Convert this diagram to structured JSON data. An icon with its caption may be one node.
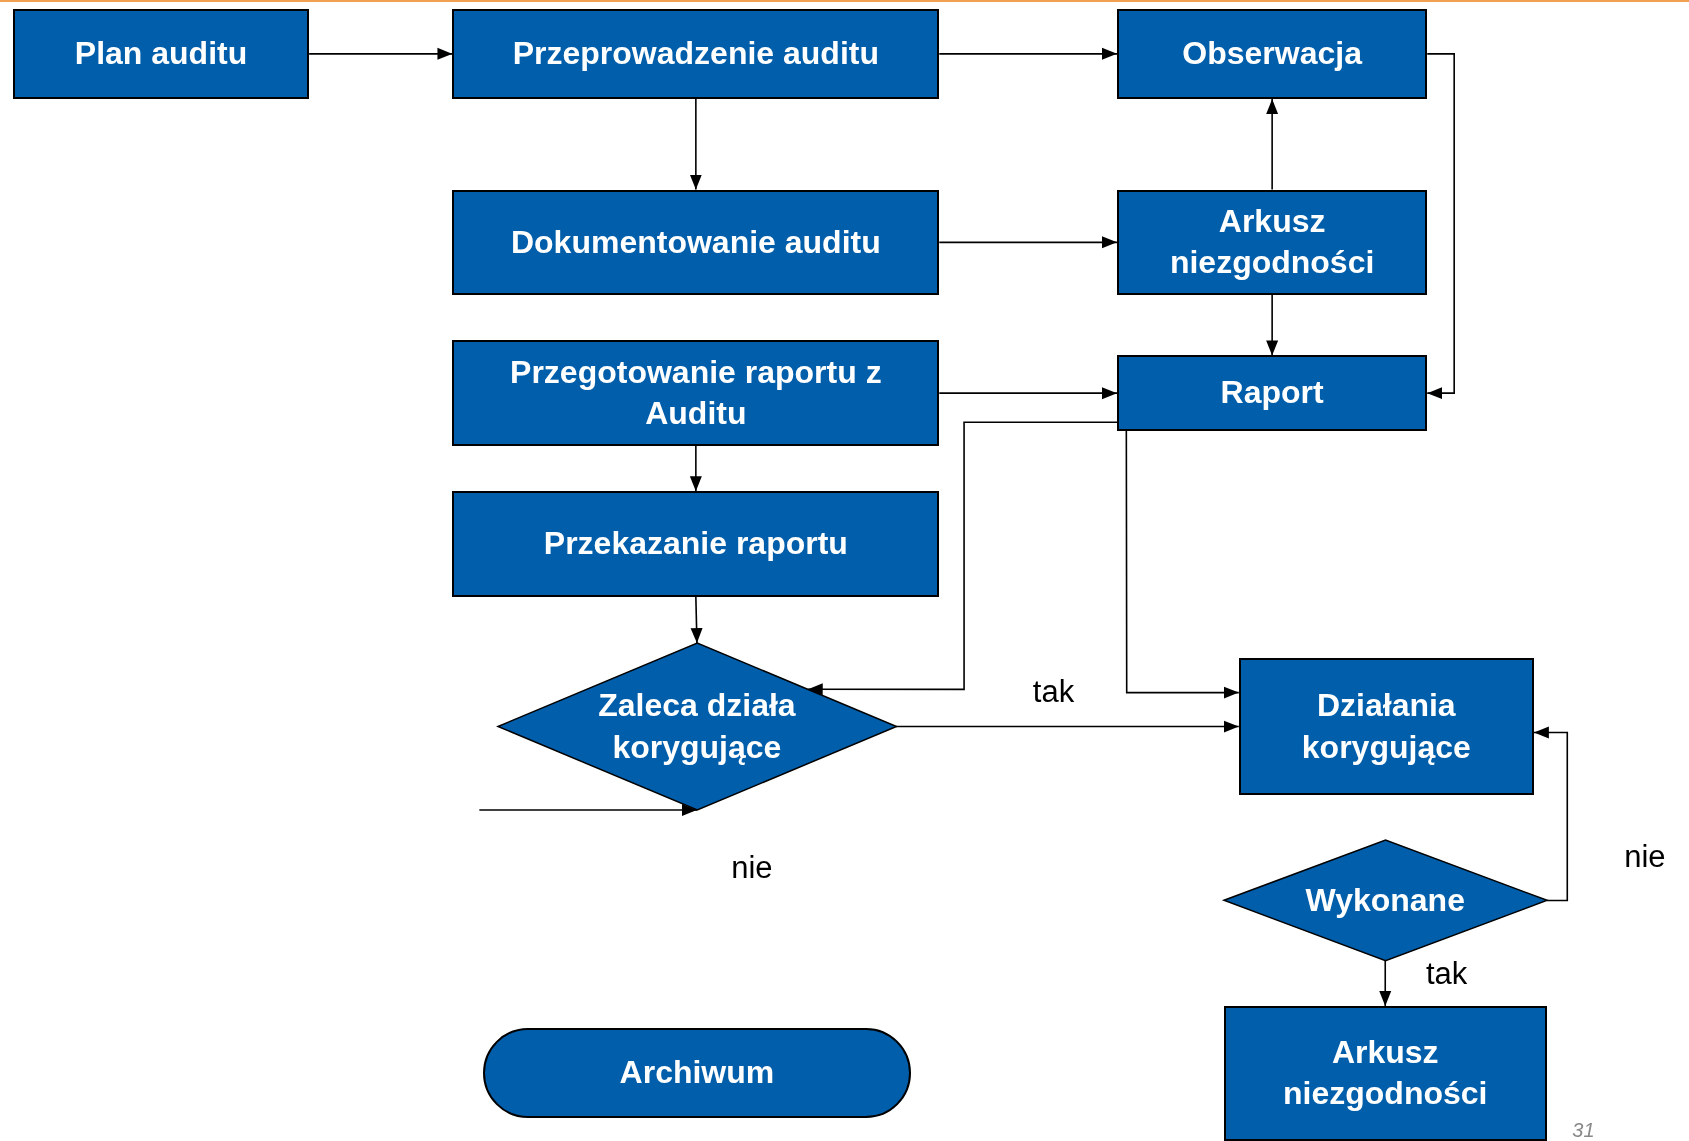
{
  "diagram": {
    "nodes": [
      {
        "text": [
          "Plan auditu"
        ]
      },
      {
        "text": [
          "Przeprowadzenie auditu"
        ]
      },
      {
        "text": [
          "Obserwacja"
        ]
      },
      {
        "text": [
          "Dokumentowanie auditu"
        ]
      },
      {
        "text": [
          "Arkusz niezgodności"
        ]
      },
      {
        "text": [
          "Przegotowanie raportu z Auditu"
        ]
      },
      {
        "text": [
          "Raport"
        ]
      },
      {
        "text": [
          "Przekazanie raportu"
        ]
      },
      {
        "text": [
          "Zaleca działa korygujące"
        ]
      },
      {
        "text": [
          "Działania korygujące"
        ]
      },
      {
        "text": [
          "Wykonane"
        ]
      },
      {
        "text": [
          "Archiwum"
        ]
      },
      {
        "text": [
          "Arkusz niezgodności"
        ]
      }
    ],
    "edges": [
      {
        "from": 0,
        "to": 1,
        "arrow": "to"
      },
      {
        "from": 1,
        "to": 2,
        "arrow": "to"
      },
      {
        "from": 1,
        "to": 3,
        "arrow": "to"
      },
      {
        "from": 3,
        "to": 4,
        "arrow": "to"
      },
      {
        "from": 4,
        "to": 2,
        "arrow": "to"
      },
      {
        "from": 4,
        "to": 6,
        "arrow": "to"
      },
      {
        "from": 2,
        "to": 6,
        "arrow": "to"
      },
      {
        "from": 5,
        "to": 6,
        "arrow": "to"
      },
      {
        "from": 5,
        "to": 7,
        "arrow": "to"
      },
      {
        "from": 7,
        "to": 8,
        "arrow": "to"
      },
      {
        "from": 6,
        "to": 8,
        "arrow": "to"
      },
      {
        "from": 6,
        "to": 9,
        "arrow": "to"
      },
      {
        "from": 8,
        "to": 9,
        "arrow": "to",
        "label": "tak"
      },
      {
        "from": null,
        "to": 8,
        "arrow": "to"
      },
      {
        "from": 10,
        "to": 9,
        "arrow": "to"
      },
      {
        "from": 10,
        "to": 12,
        "arrow": "to",
        "label": "tak"
      }
    ],
    "labels": [
      "nie",
      "nie",
      "31"
    ]
  }
}
